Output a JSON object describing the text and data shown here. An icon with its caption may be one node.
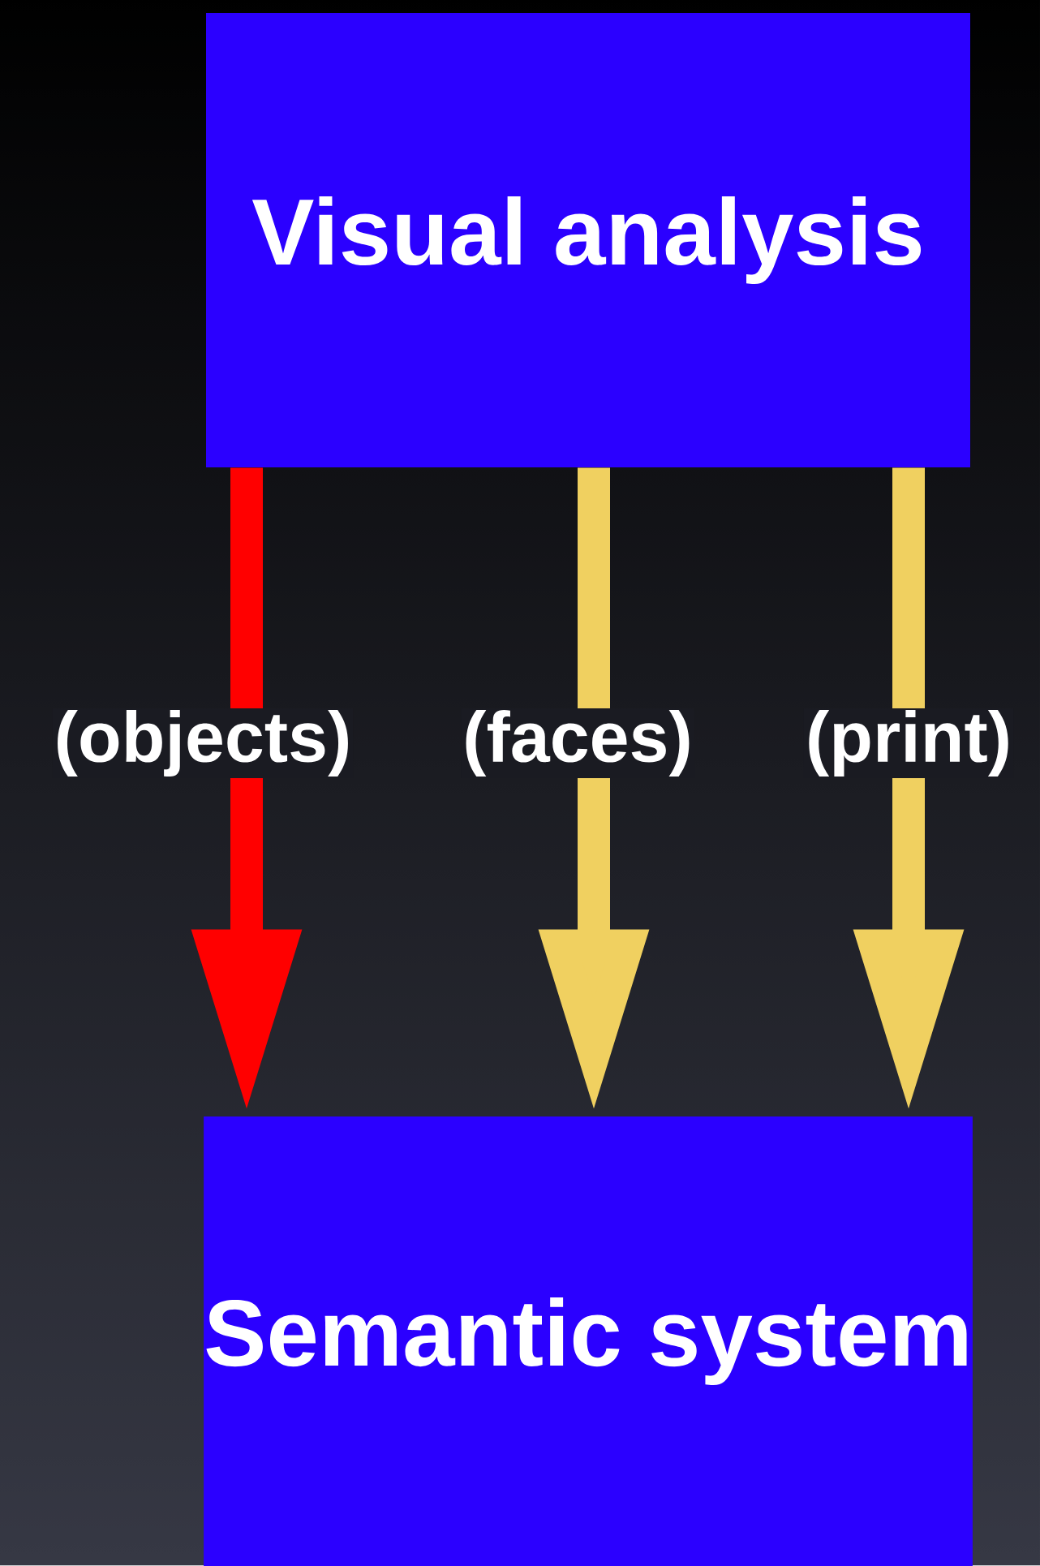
{
  "diagram": {
    "nodes": [
      {
        "text": [
          "Visual analysis"
        ]
      },
      {
        "text": [
          "Semantic system"
        ]
      }
    ],
    "edges": [
      {
        "from": 0,
        "to": 1,
        "arrow": "to",
        "label": "(objects)",
        "color": "#ff0000"
      },
      {
        "from": 0,
        "to": 1,
        "arrow": "to",
        "label": "(faces)"
      },
      {
        "from": 0,
        "to": 1,
        "arrow": "to",
        "label": "(print)"
      }
    ]
  }
}
